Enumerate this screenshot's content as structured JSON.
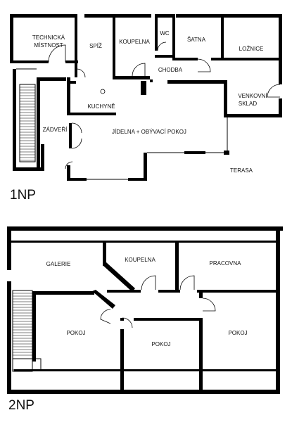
{
  "floors": {
    "ground": {
      "label": "1NP",
      "rooms": {
        "technical_room": [
          "TECHNICKÁ",
          "MÍSTNOST"
        ],
        "pantry": "SPÍŽ",
        "bathroom": "KOUPELNA",
        "wc": "WC",
        "wardrobe": "ŠATNA",
        "bedroom": "LOŽNICE",
        "corridor": "CHODBA",
        "kitchen": "KUCHYNĚ",
        "outdoor_storage": [
          "VENKOVNÍ",
          "SKLAD"
        ],
        "entrance_hall": "ZÁDVEŘÍ",
        "dining_living": "JÍDELNA + OBÝVACÍ POKOJ",
        "terrace": "TERASA"
      }
    },
    "upper": {
      "label": "2NP",
      "rooms": {
        "gallery": "GALERIE",
        "bathroom": "KOUPELNA",
        "study": "PRACOVNA",
        "room_left": "POKOJ",
        "room_middle": "POKOJ",
        "room_right": "POKOJ"
      }
    }
  }
}
